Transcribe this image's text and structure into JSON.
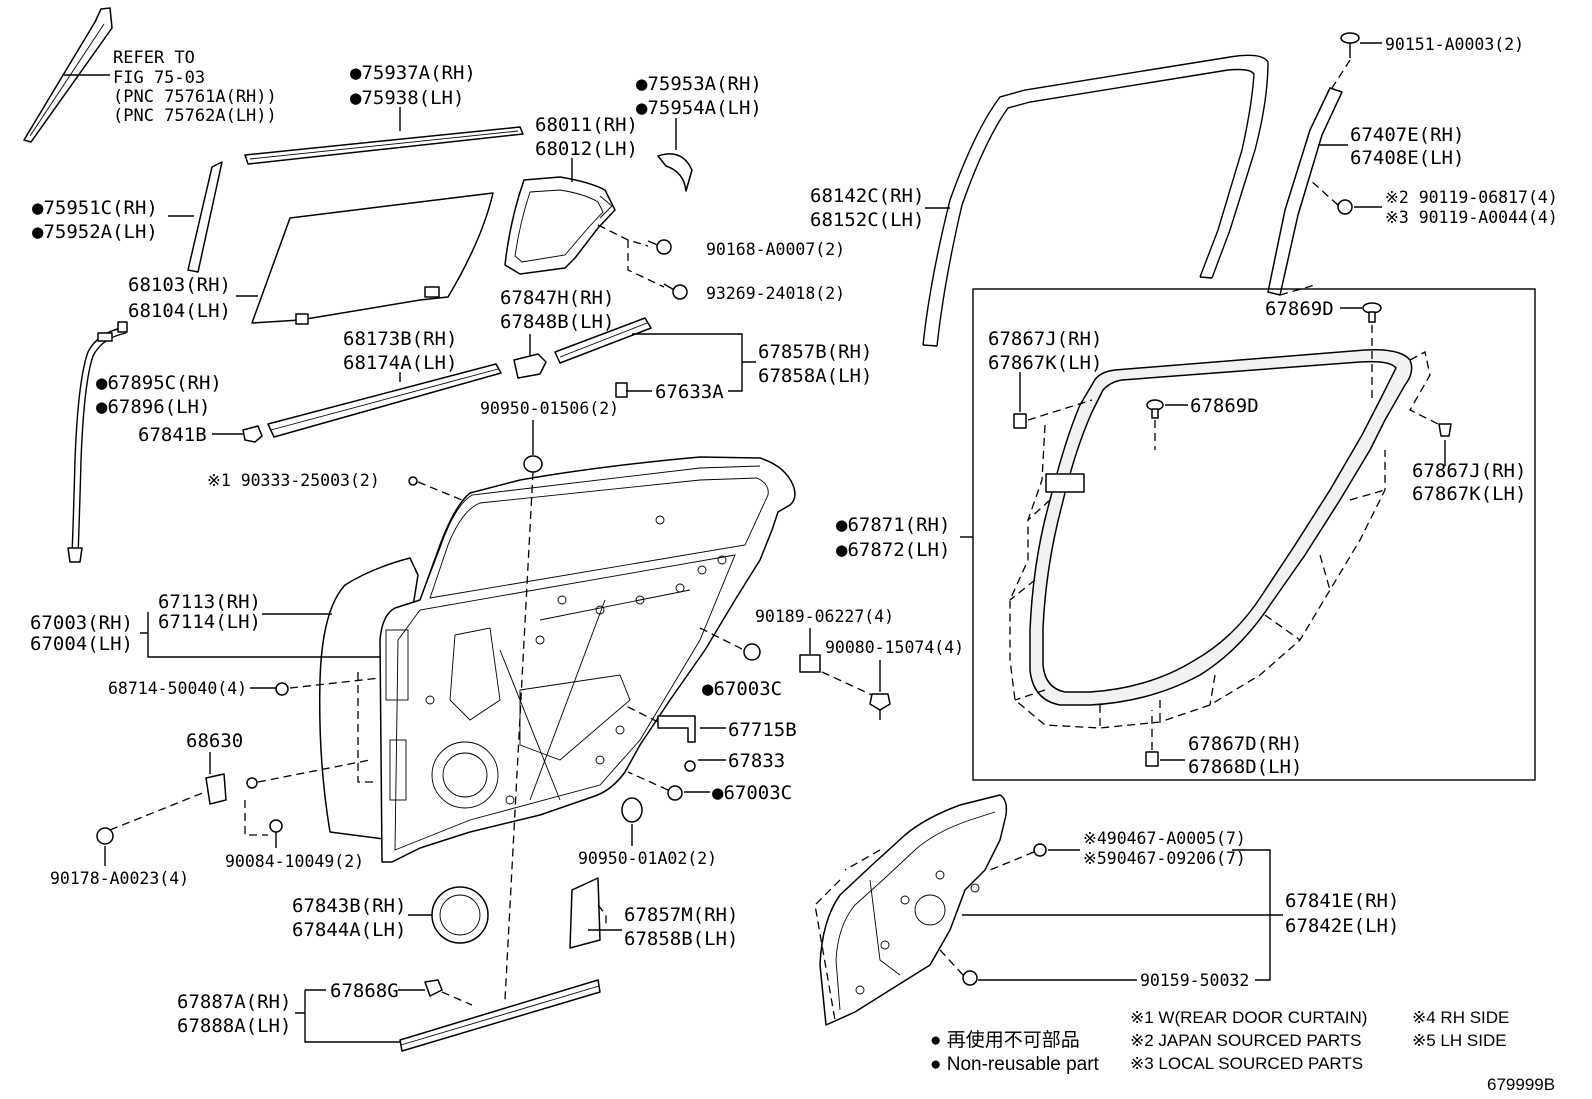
{
  "diagram": {
    "code": "679999B",
    "refer_note": [
      "REFER TO",
      "FIG 75-03",
      "(PNC 75761A(RH))",
      "(PNC 75762A(LH))"
    ],
    "parts": {
      "p75937": [
        "●75937A(RH)",
        "●75938(LH)"
      ],
      "p75953": [
        "●75953A(RH)",
        "●75954A(LH)"
      ],
      "p68011": [
        "68011(RH)",
        "68012(LH)"
      ],
      "p75951": [
        "●75951C(RH)",
        "●75952A(LH)"
      ],
      "p68103": [
        "68103(RH)",
        "68104(LH)"
      ],
      "p90168": [
        "90168-A0007(2)"
      ],
      "p93269": [
        "93269-24018(2)"
      ],
      "p67847": [
        "67847H(RH)",
        "67848B(LH)"
      ],
      "p68173": [
        "68173B(RH)",
        "68174A(LH)"
      ],
      "p67857b": [
        "67857B(RH)",
        "67858A(LH)"
      ],
      "p67895": [
        "●67895C(RH)",
        "●67896(LH)"
      ],
      "p67633": [
        "67633A"
      ],
      "p90950a": [
        "90950-01506(2)"
      ],
      "p67841b": [
        "67841B"
      ],
      "p90333": [
        "※1 90333-25003(2)"
      ],
      "p67113": [
        "67113(RH)",
        "67114(LH)"
      ],
      "p67003": [
        "67003(RH)",
        "67004(LH)"
      ],
      "p90189": [
        "90189-06227(4)"
      ],
      "p90080": [
        "90080-15074(4)"
      ],
      "p68714": [
        "68714-50040(4)"
      ],
      "p67003c_a": [
        "●67003C"
      ],
      "p68630": [
        "68630"
      ],
      "p67715": [
        "67715B"
      ],
      "p67833": [
        "67833"
      ],
      "p67003c_b": [
        "●67003C"
      ],
      "p90084": [
        "90084-10049(2)"
      ],
      "p90950b": [
        "90950-01A02(2)"
      ],
      "p90178": [
        "90178-A0023(4)"
      ],
      "p67843": [
        "67843B(RH)",
        "67844A(LH)"
      ],
      "p67857m": [
        "67857M(RH)",
        "67858B(LH)"
      ],
      "p67868g": [
        "67868G"
      ],
      "p67887": [
        "67887A(RH)",
        "67888A(LH)"
      ],
      "p90151": [
        "90151-A0003(2)"
      ],
      "p67407": [
        "67407E(RH)",
        "67408E(LH)"
      ],
      "p68142": [
        "68142C(RH)",
        "68152C(LH)"
      ],
      "p90119": [
        "※2 90119-06817(4)",
        "※3 90119-A0044(4)"
      ],
      "p67869d_a": [
        "67869D"
      ],
      "p67867_a": [
        "67867J(RH)",
        "67867K(LH)"
      ],
      "p67869d_b": [
        "67869D"
      ],
      "p67867_b": [
        "67867J(RH)",
        "67867K(LH)"
      ],
      "p67871": [
        "●67871(RH)",
        "●67872(LH)"
      ],
      "p67867d": [
        "67867D(RH)",
        "67868D(LH)"
      ],
      "p90467": [
        "※490467-A0005(7)",
        "※590467-09206(7)"
      ],
      "p67841e": [
        "67841E(RH)",
        "67842E(LH)"
      ],
      "p90159": [
        "90159-50032"
      ]
    },
    "legend": {
      "non_reusable_jp": "● 再使用不可部品",
      "non_reusable_en": "● Non-reusable part",
      "notes": [
        "※1 W(REAR DOOR CURTAIN)",
        "※2 JAPAN SOURCED PARTS",
        "※3 LOCAL SOURCED PARTS",
        "※4 RH SIDE",
        "※5 LH SIDE"
      ]
    }
  }
}
